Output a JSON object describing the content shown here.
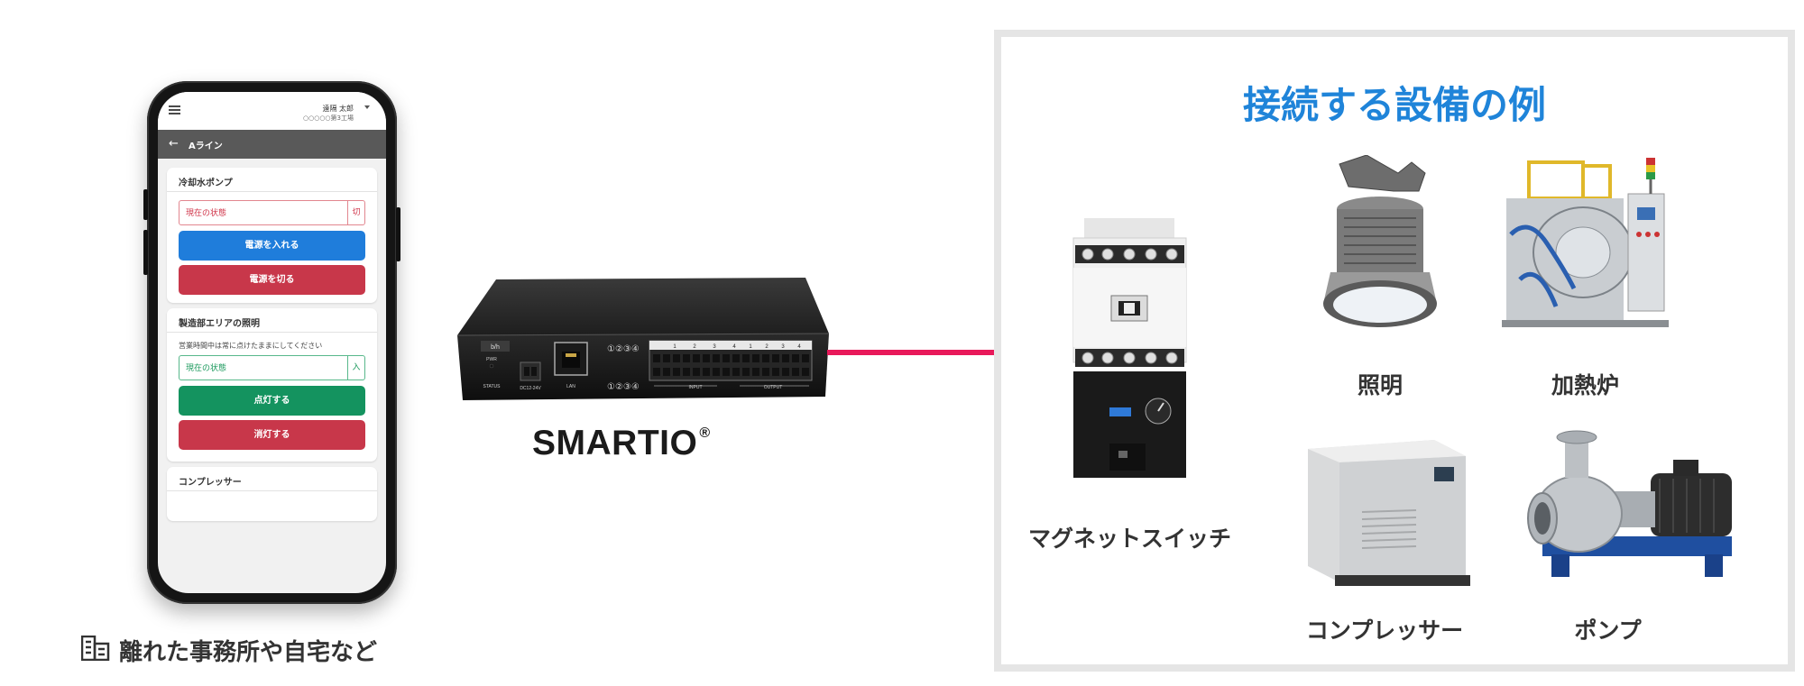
{
  "phone": {
    "user_name": "遠隔 太郎",
    "factory": "○○○○○第3工場",
    "screen_title": "Aライン",
    "cards": [
      {
        "title": "冷却水ポンプ",
        "state_label": "現在の状態",
        "state_value": "切",
        "buttons": [
          "電源を入れる",
          "電源を切る"
        ]
      },
      {
        "title": "製造部エリアの照明",
        "note": "営業時間中は常に点けたままにしてください",
        "state_label": "現在の状態",
        "state_value": "入",
        "buttons": [
          "点灯する",
          "消灯する"
        ]
      },
      {
        "title": "コンプレッサー"
      }
    ]
  },
  "caption": "離れた事務所や自宅など",
  "device": {
    "brand": "SMARTIO",
    "registered": "®",
    "logo": "b/h",
    "labels": {
      "pwr": "PWR",
      "status": "STATUS",
      "power_input": "DC12-24V",
      "lan": "LAN",
      "input": "INPUT",
      "output": "OUTPUT",
      "circled_top": "①②③④",
      "circled_bottom": "①②③④",
      "numbers": [
        "1",
        "2",
        "3",
        "4",
        "1",
        "2",
        "3",
        "4"
      ]
    }
  },
  "panel": {
    "title": "接続する設備の例",
    "switch_label": "マグネットスイッチ",
    "equipment": [
      "照明",
      "加熱炉",
      "コンプレッサー",
      "ポンプ"
    ]
  },
  "colors": {
    "arrow": "#e8195a",
    "title": "#1f84d9",
    "primary_button": "#1f7ddb",
    "danger_button": "#c8374a",
    "success_button": "#14935f"
  }
}
